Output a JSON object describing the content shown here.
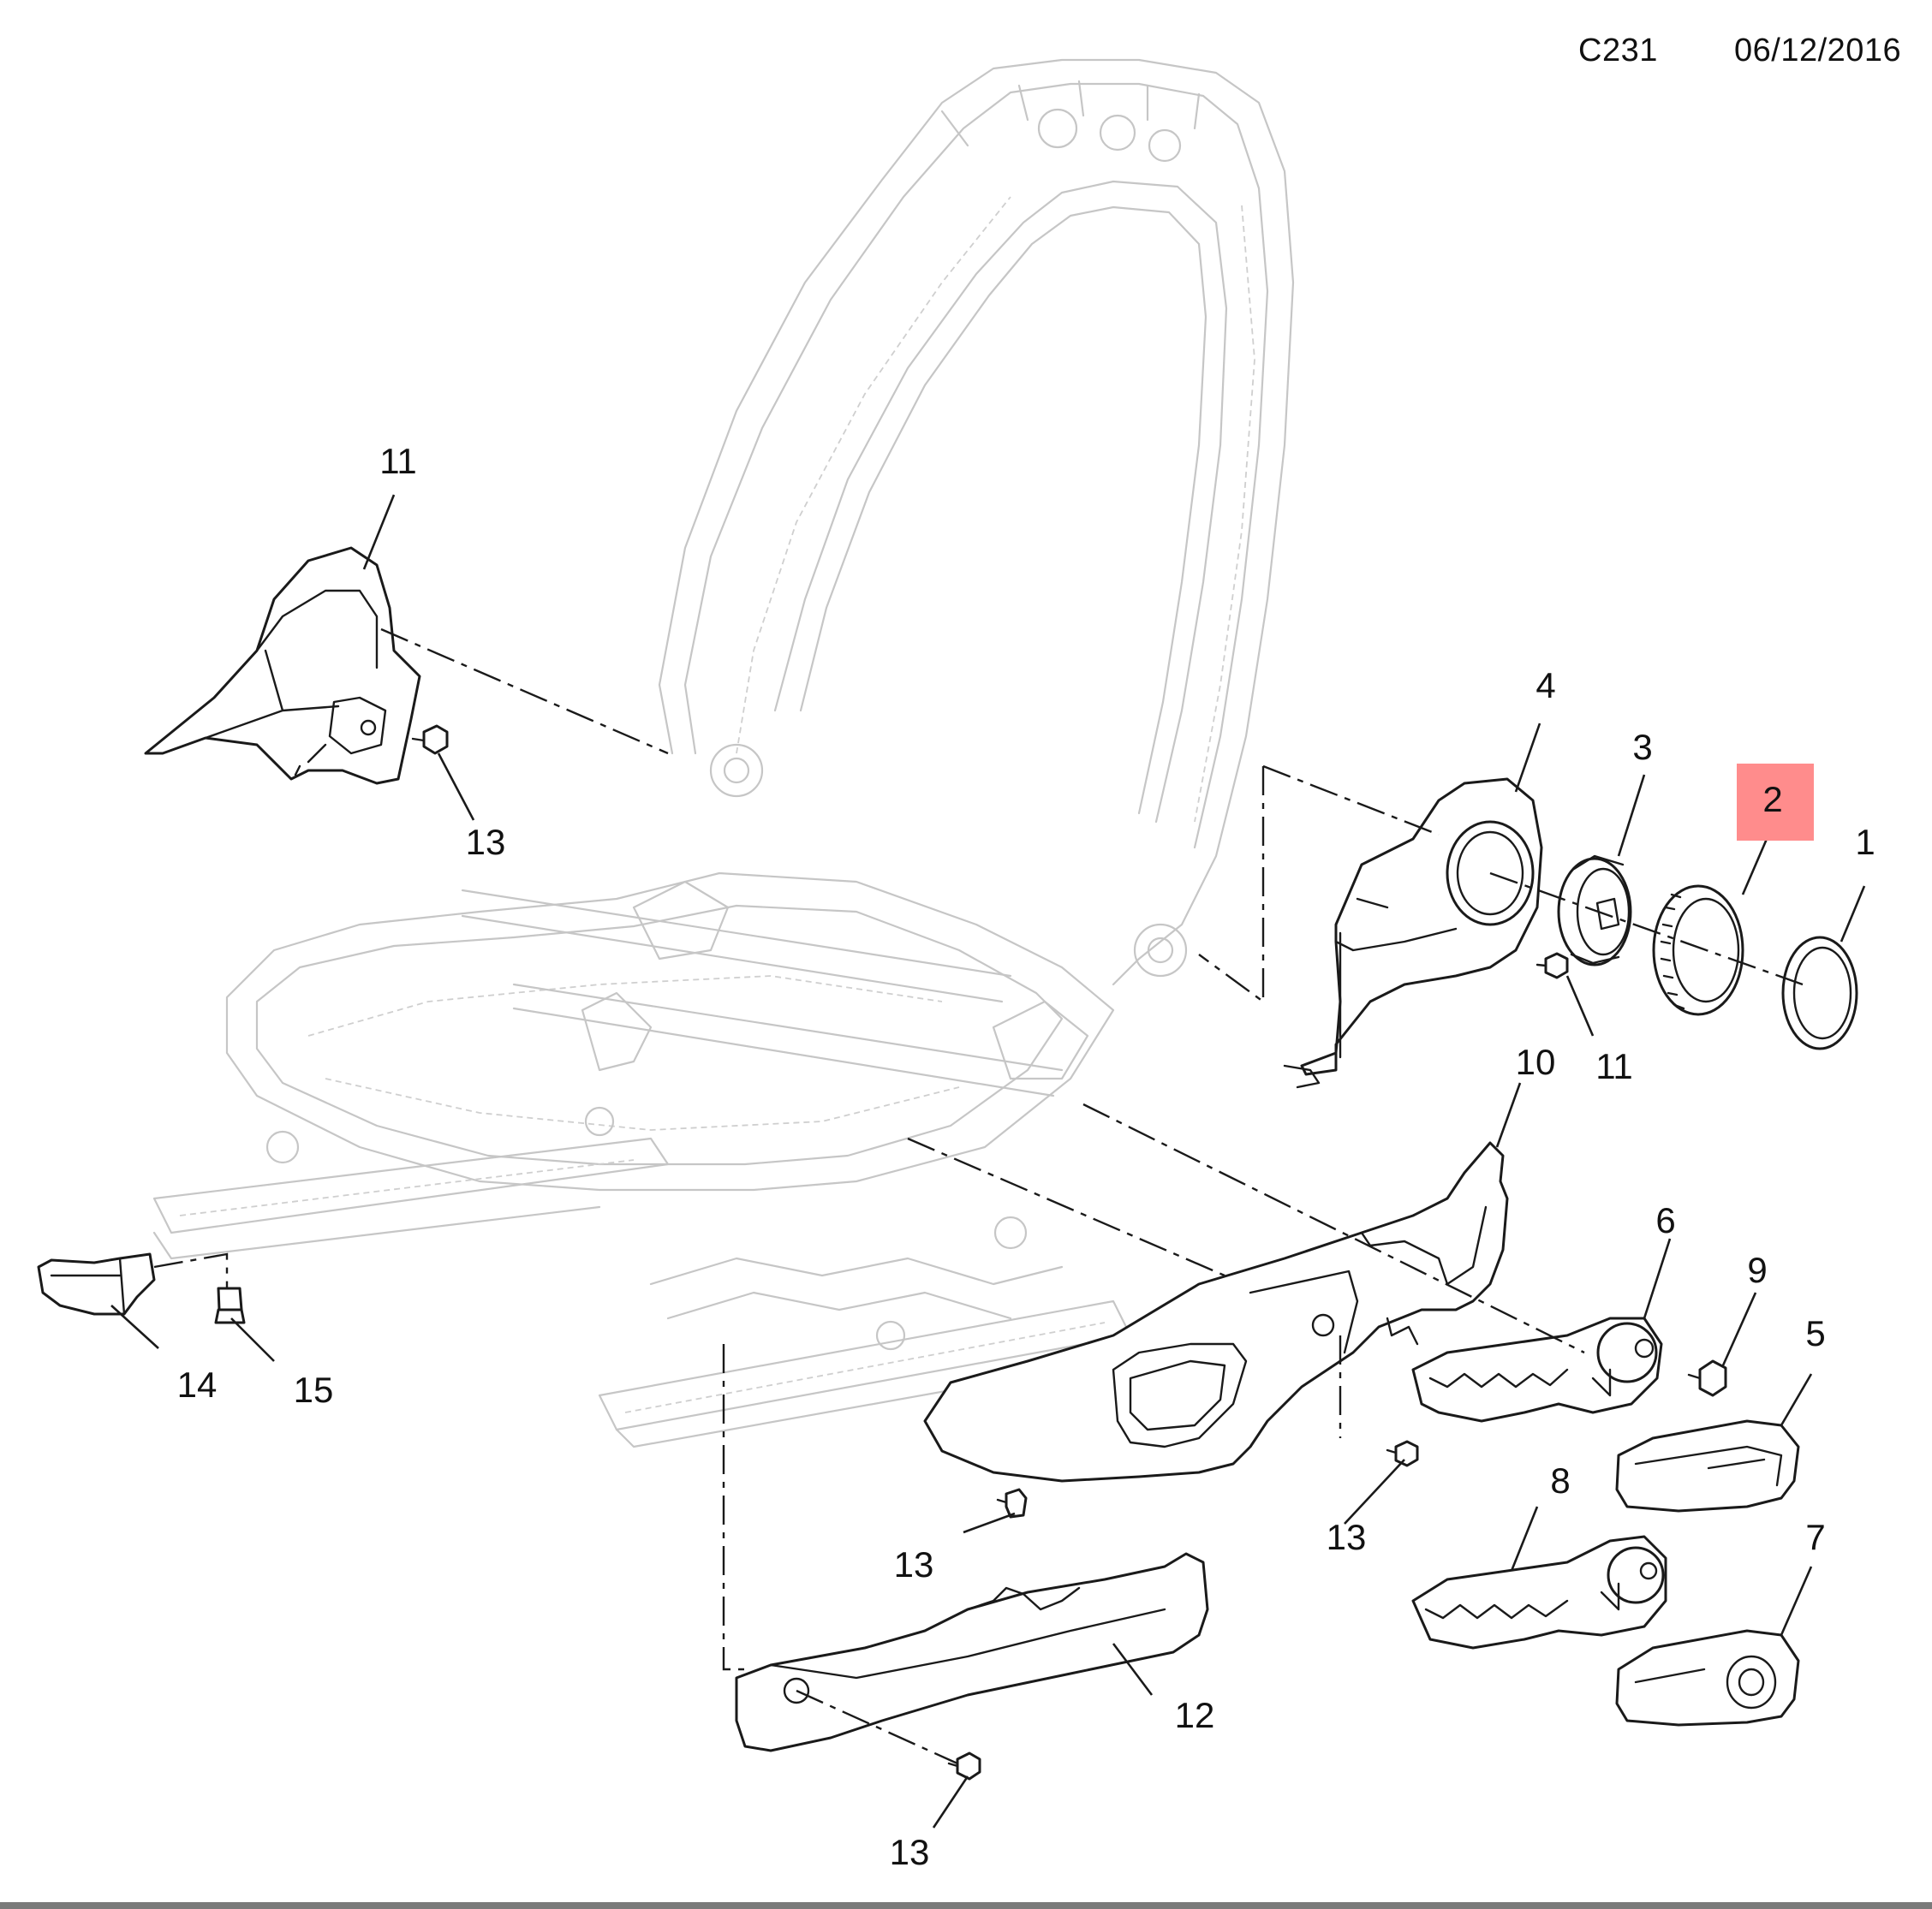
{
  "header": {
    "code": "C231",
    "date": "06/12/2016"
  },
  "callouts": [
    {
      "id": "c11a",
      "label": "11"
    },
    {
      "id": "c13a",
      "label": "13"
    },
    {
      "id": "c4",
      "label": "4"
    },
    {
      "id": "c3",
      "label": "3"
    },
    {
      "id": "c2",
      "label": "2",
      "highlighted": true
    },
    {
      "id": "c1",
      "label": "1"
    },
    {
      "id": "c11b",
      "label": "11"
    },
    {
      "id": "c10",
      "label": "10"
    },
    {
      "id": "c6",
      "label": "6"
    },
    {
      "id": "c9",
      "label": "9"
    },
    {
      "id": "c5",
      "label": "5"
    },
    {
      "id": "c14",
      "label": "14"
    },
    {
      "id": "c15",
      "label": "15"
    },
    {
      "id": "c13b",
      "label": "13"
    },
    {
      "id": "c13c",
      "label": "13"
    },
    {
      "id": "c8",
      "label": "8"
    },
    {
      "id": "c7",
      "label": "7"
    },
    {
      "id": "c12",
      "label": "12"
    },
    {
      "id": "c13d",
      "label": "13"
    }
  ],
  "highlight_color": "#ff8c8c"
}
